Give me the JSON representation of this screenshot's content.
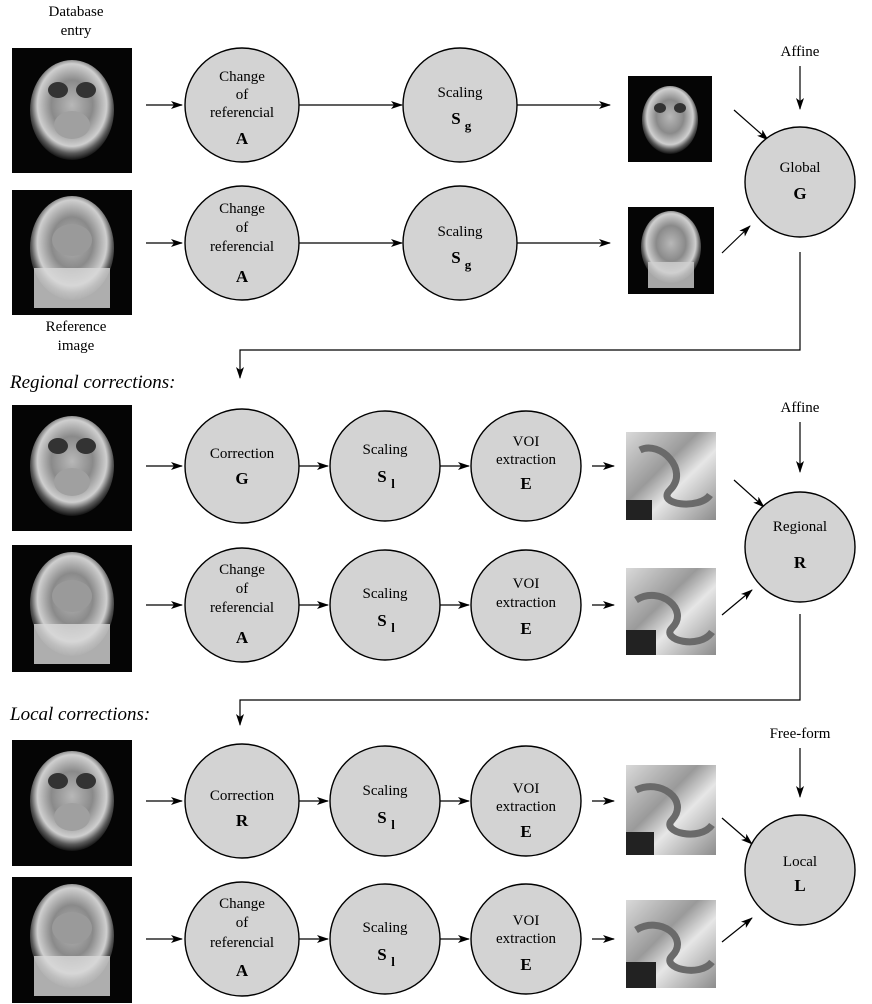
{
  "captions": {
    "database_entry": [
      "Database",
      "entry"
    ],
    "reference_image": [
      "Reference",
      "image"
    ]
  },
  "sections": {
    "regional": "Regional corrections:",
    "local": "Local corrections:"
  },
  "inputs": {
    "affine_1": "Affine",
    "affine_2": "Affine",
    "free_form": "Free-form"
  },
  "steps": {
    "change_referencial": [
      "Change",
      "of",
      "referencial"
    ],
    "change_symbol": "A",
    "scaling": "Scaling",
    "scaling_global_symbol": "S",
    "scaling_global_sub": "g",
    "scaling_local_symbol": "S",
    "scaling_local_sub": "l",
    "correction": "Correction",
    "correction_g_symbol": "G",
    "correction_r_symbol": "R",
    "voi": [
      "VOI",
      "extraction"
    ],
    "voi_symbol": "E"
  },
  "results": {
    "global": "Global",
    "global_symbol": "G",
    "regional": "Regional",
    "regional_symbol": "R",
    "local": "Local",
    "local_symbol": "L"
  },
  "image_semantics": {
    "coronal_scan": "mri-coronal-scan-image",
    "reference_scan": "mri-reference-scan-image",
    "voi_patch": "mri-voi-patch-image"
  }
}
